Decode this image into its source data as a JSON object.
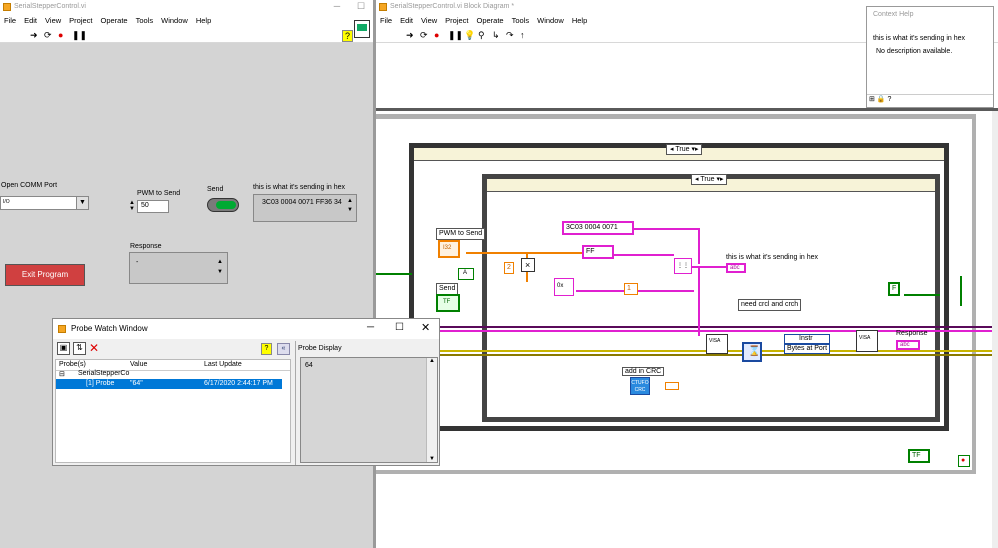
{
  "front_panel": {
    "title": "SerialStepperControl.vi",
    "menu": [
      "File",
      "Edit",
      "View",
      "Project",
      "Operate",
      "Tools",
      "Window",
      "Help"
    ],
    "comm_port_label": "Open COMM Port",
    "comm_port_prefix": "I/O",
    "pwm_label": "PWM to Send",
    "pwm_value": "50",
    "send_label": "Send",
    "hex_label": "this is what it's sending in hex",
    "hex_value": "3C03 0004 0071 FF36 34",
    "response_label": "Response",
    "response_value": "-",
    "exit_label": "Exit Program"
  },
  "block_diagram": {
    "title": "SerialStepperControl.vi Block Diagram *",
    "menu": [
      "File",
      "Edit",
      "View",
      "Project",
      "Operate",
      "Tools",
      "Window",
      "Help"
    ],
    "case_outer_label": "True",
    "case_inner_label": "True",
    "pwm_label": "PWM to Send",
    "pwm_icon": "I32",
    "send_label": "Send",
    "send_icon": "TF",
    "const_hex1": "3C03 0004 0071",
    "const_ff": "FF",
    "const_two": "2",
    "const_one": "1",
    "hex_indicator_label": "this is what it's sending in hex",
    "indicator_icon": "abc",
    "note_crc": "need crcl and crch",
    "crc_label": "add in CRC",
    "crc_icon_l1": "CTUFO",
    "crc_icon_l2": "CRC",
    "instr_label": "Instr",
    "bytes_label": "Bytes at Port",
    "response_label": "Response",
    "false_const": "F",
    "tf_label": "TF"
  },
  "context_help": {
    "title": "Context Help",
    "heading": "this is what it's sending in hex",
    "description": "No description available."
  },
  "probe_window": {
    "title": "Probe Watch Window",
    "columns": [
      "Probe(s)",
      "Value",
      "Last Update"
    ],
    "group_name": "SerialStepperCo",
    "row": {
      "probe": "[1] Probe",
      "value": "\"64\"",
      "last_update": "6/17/2020 2:44:17 PM"
    },
    "display_label": "Probe Display",
    "display_value": "64"
  },
  "colors": {
    "string_wire": "#e020d0",
    "numeric_wire": "#f08000",
    "boolean_wire": "#008000",
    "error_wire": "#c8b400",
    "refnum_wire": "#5a0a5a",
    "selection": "#0078d7"
  }
}
